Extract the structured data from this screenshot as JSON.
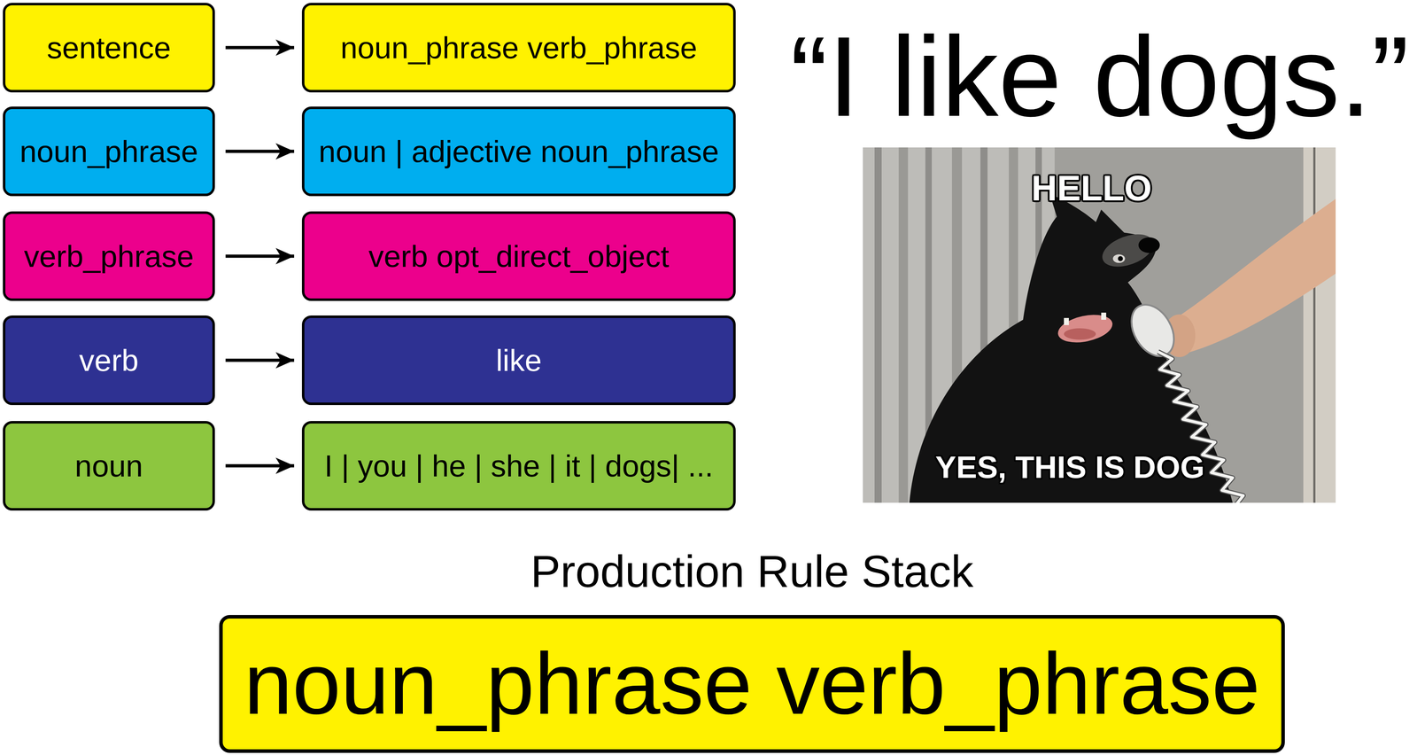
{
  "diagram": {
    "nodes": [
      {
        "text": [
          "sentence"
        ]
      },
      {
        "text": [
          "noun_phrase verb_phrase"
        ]
      },
      {
        "text": [
          "noun_phrase"
        ]
      },
      {
        "text": [
          "noun | adjective noun_phrase"
        ]
      },
      {
        "text": [
          "verb_phrase"
        ]
      },
      {
        "text": [
          "verb opt_direct_object"
        ]
      },
      {
        "text": [
          "verb"
        ]
      },
      {
        "text": [
          "like"
        ]
      },
      {
        "text": [
          "noun"
        ]
      },
      {
        "text": [
          "I | you | he | she | it | dogs| ..."
        ]
      },
      {
        "text": [
          "Production Rule Stack",
          "noun_phrase verb_phrase"
        ]
      }
    ],
    "edges": [
      {
        "from": 0,
        "to": 1,
        "arrow": "to"
      },
      {
        "from": 2,
        "to": 3,
        "arrow": "to"
      },
      {
        "from": 4,
        "to": 5,
        "arrow": "to"
      },
      {
        "from": 6,
        "to": 7,
        "arrow": "to"
      },
      {
        "from": 8,
        "to": 9,
        "arrow": "to"
      }
    ],
    "labels": [
      "“I like dogs.”",
      "HELLO",
      "YES, THIS IS DOG"
    ]
  }
}
